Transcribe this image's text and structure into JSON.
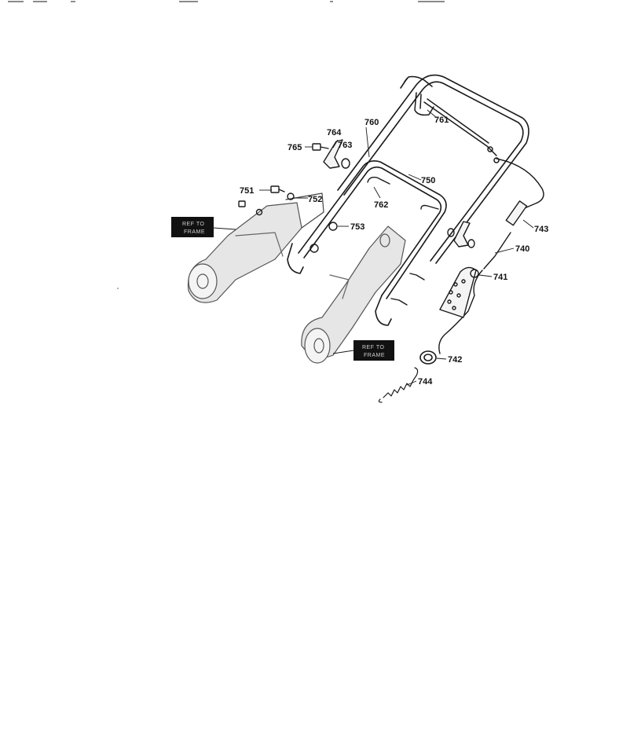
{
  "parts": [
    {
      "id": "p760",
      "number": "760"
    },
    {
      "id": "p761",
      "number": "761"
    },
    {
      "id": "p764",
      "number": "764"
    },
    {
      "id": "p763",
      "number": "763"
    },
    {
      "id": "p765",
      "number": "765"
    },
    {
      "id": "p750",
      "number": "750"
    },
    {
      "id": "p751",
      "number": "751"
    },
    {
      "id": "p752",
      "number": "752"
    },
    {
      "id": "p762",
      "number": "762"
    },
    {
      "id": "p753",
      "number": "753"
    },
    {
      "id": "p743",
      "number": "743"
    },
    {
      "id": "p740",
      "number": "740"
    },
    {
      "id": "p741",
      "number": "741"
    },
    {
      "id": "p742",
      "number": "742"
    },
    {
      "id": "p744",
      "number": "744"
    }
  ],
  "ref_boxes": [
    {
      "id": "ref-left",
      "line1": "REF TO",
      "line2": "FRAME"
    },
    {
      "id": "ref-right",
      "line1": "REF TO",
      "line2": "FRAME"
    }
  ]
}
